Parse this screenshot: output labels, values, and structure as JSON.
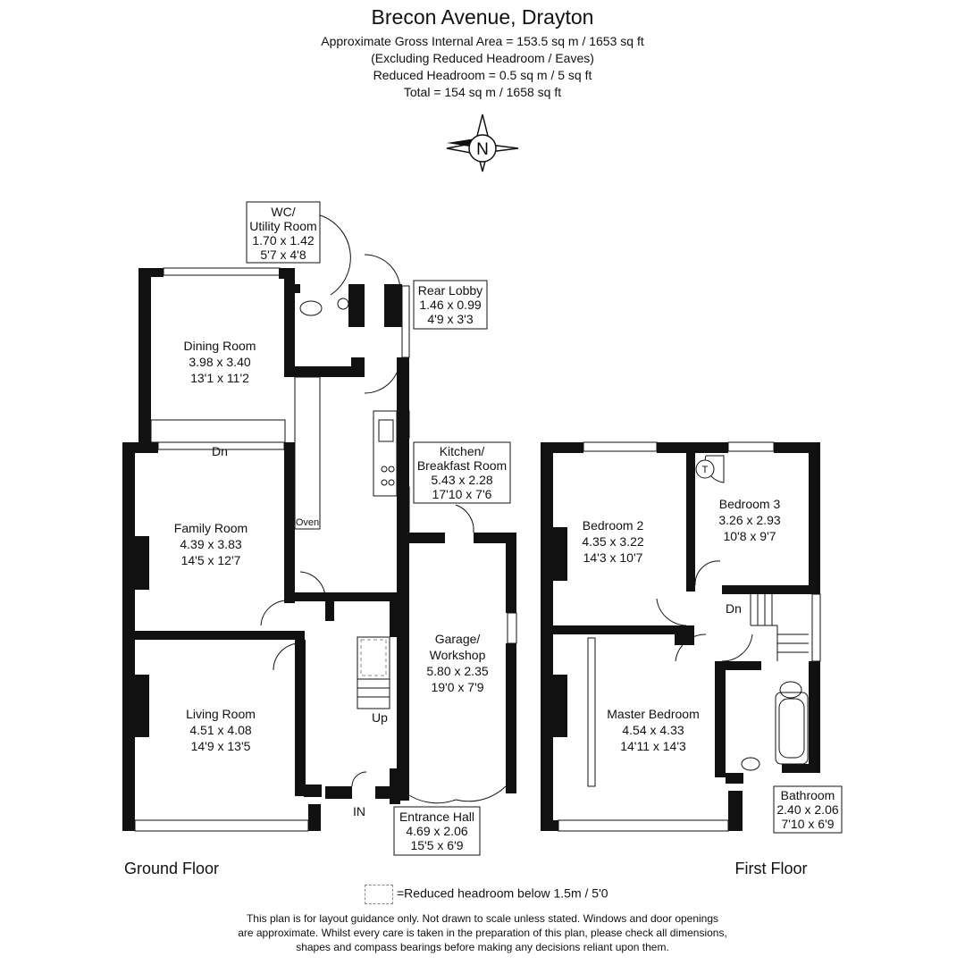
{
  "header": {
    "title": "Brecon Avenue, Drayton",
    "line1": "Approximate Gross Internal Area = 153.5 sq m / 1653 sq ft",
    "line2": "(Excluding Reduced Headroom / Eaves)",
    "line3": "Reduced Headroom = 0.5 sq m / 5 sq ft",
    "line4": "Total = 154 sq m / 1658 sq ft"
  },
  "compass": {
    "letter": "N"
  },
  "ground_floor": {
    "label": "Ground Floor",
    "rooms": [
      {
        "name": "WC/",
        "name2": "Utility Room",
        "metric": "1.70 x 1.42",
        "imperial": "5'7 x 4'8"
      },
      {
        "name": "Rear Lobby",
        "metric": "1.46 x 0.99",
        "imperial": "4'9 x 3'3"
      },
      {
        "name": "Dining Room",
        "metric": "3.98 x 3.40",
        "imperial": "13'1 x 11'2"
      },
      {
        "name": "Kitchen/",
        "name2": "Breakfast Room",
        "metric": "5.43 x 2.28",
        "imperial": "17'10 x 7'6"
      },
      {
        "name": "Family Room",
        "metric": "4.39 x 3.83",
        "imperial": "14'5 x 12'7"
      },
      {
        "name": "Garage/",
        "name2": "Workshop",
        "metric": "5.80 x 2.35",
        "imperial": "19'0 x 7'9"
      },
      {
        "name": "Living Room",
        "metric": "4.51 x 4.08",
        "imperial": "14'9 x 13'5"
      },
      {
        "name": "Entrance Hall",
        "metric": "4.69 x 2.06",
        "imperial": "15'5 x 6'9"
      }
    ],
    "oven": "Oven",
    "dn": "Dn",
    "up": "Up",
    "in": "IN"
  },
  "first_floor": {
    "label": "First Floor",
    "rooms": [
      {
        "name": "Bedroom 2",
        "metric": "4.35 x 3.22",
        "imperial": "14'3 x 10'7"
      },
      {
        "name": "Bedroom 3",
        "metric": "3.26 x 2.93",
        "imperial": "10'8 x 9'7"
      },
      {
        "name": "Master Bedroom",
        "metric": "4.54 x 4.33",
        "imperial": "14'11 x 14'3"
      },
      {
        "name": "Bathroom",
        "metric": "2.40 x 2.06",
        "imperial": "7'10 x 6'9"
      }
    ],
    "tank": "T",
    "dn": "Dn"
  },
  "legend": {
    "text": "=Reduced headroom below 1.5m / 5'0"
  },
  "footer": {
    "line1": "This plan is for layout guidance only. Not drawn to scale unless stated. Windows and door openings",
    "line2": "are approximate. Whilst every care is taken in the preparation of this plan, please check all dimensions,",
    "line3": "shapes and compass bearings before making any decisions reliant upon them."
  }
}
